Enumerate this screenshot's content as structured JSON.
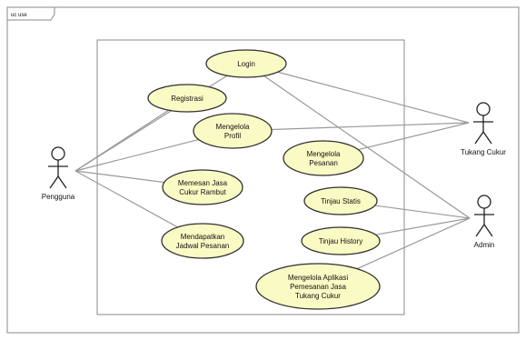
{
  "diagram": {
    "frame_label": "uc use",
    "colors": {
      "usecase_fill": "#fafac4",
      "usecase_stroke": "#303030",
      "line": "#9a9a9a",
      "frame": "#8a8a8a"
    },
    "use_cases": [
      {
        "id": "login",
        "lines": [
          "Login"
        ]
      },
      {
        "id": "registrasi",
        "lines": [
          "Registrasi"
        ]
      },
      {
        "id": "mengelola-profil",
        "lines": [
          "Mengelola",
          "Profil"
        ]
      },
      {
        "id": "mengelola-pesanan",
        "lines": [
          "Mengelola",
          "Pesanan"
        ]
      },
      {
        "id": "memesan-jasa",
        "lines": [
          "Memesan Jasa",
          "Cukur Rambut"
        ]
      },
      {
        "id": "tinjau-statis",
        "lines": [
          "Tinjau Statis"
        ]
      },
      {
        "id": "mendapatkan-jadwal",
        "lines": [
          "Mendapatkan",
          "Jadwal Pesanan"
        ]
      },
      {
        "id": "tinjau-history",
        "lines": [
          "Tinjau History"
        ]
      },
      {
        "id": "mengelola-aplikasi",
        "lines": [
          "Mengelola Aplikasi",
          "Pemesanan Jasa",
          "Tukang Cukur"
        ]
      }
    ],
    "actors": [
      {
        "id": "pengguna",
        "label": "Pengguna"
      },
      {
        "id": "tukang-cukur",
        "label": "Tukang Cukur"
      },
      {
        "id": "admin",
        "label": "Admin"
      }
    ],
    "associations": [
      [
        "pengguna",
        "login"
      ],
      [
        "pengguna",
        "registrasi"
      ],
      [
        "pengguna",
        "mengelola-profil"
      ],
      [
        "pengguna",
        "memesan-jasa"
      ],
      [
        "pengguna",
        "mendapatkan-jadwal"
      ],
      [
        "tukang-cukur",
        "login"
      ],
      [
        "tukang-cukur",
        "mengelola-profil"
      ],
      [
        "tukang-cukur",
        "mengelola-pesanan"
      ],
      [
        "admin",
        "login"
      ],
      [
        "admin",
        "tinjau-statis"
      ],
      [
        "admin",
        "tinjau-history"
      ],
      [
        "admin",
        "mengelola-aplikasi"
      ]
    ]
  }
}
